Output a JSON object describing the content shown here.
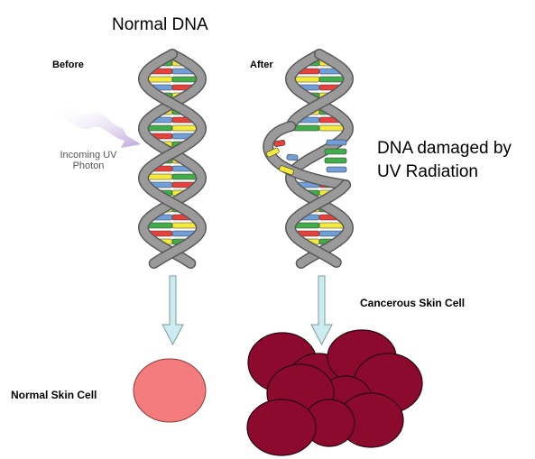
{
  "diagram": {
    "title": "Normal DNA",
    "before_label": "Before",
    "after_label": "After",
    "photon_label": "Incoming UV Photon",
    "damage_label": "DNA damaged by UV Radiation",
    "normal_cell_label": "Normal Skin Cell",
    "cancerous_cell_label": "Cancerous Skin Cell"
  },
  "colors": {
    "strand": "#9a9a9a",
    "strand_edge": "#5a5a5a",
    "base_green": "#3fae49",
    "base_red": "#e8413c",
    "base_yellow": "#f4ea3a",
    "base_blue": "#6f9fd8",
    "arrow_fill": "#cdecef",
    "arrow_stroke": "#7a9ca2",
    "normal_cell": "#f47c7c",
    "cancer_cell": "#8b0a2e",
    "photon": "#b49ad8"
  }
}
